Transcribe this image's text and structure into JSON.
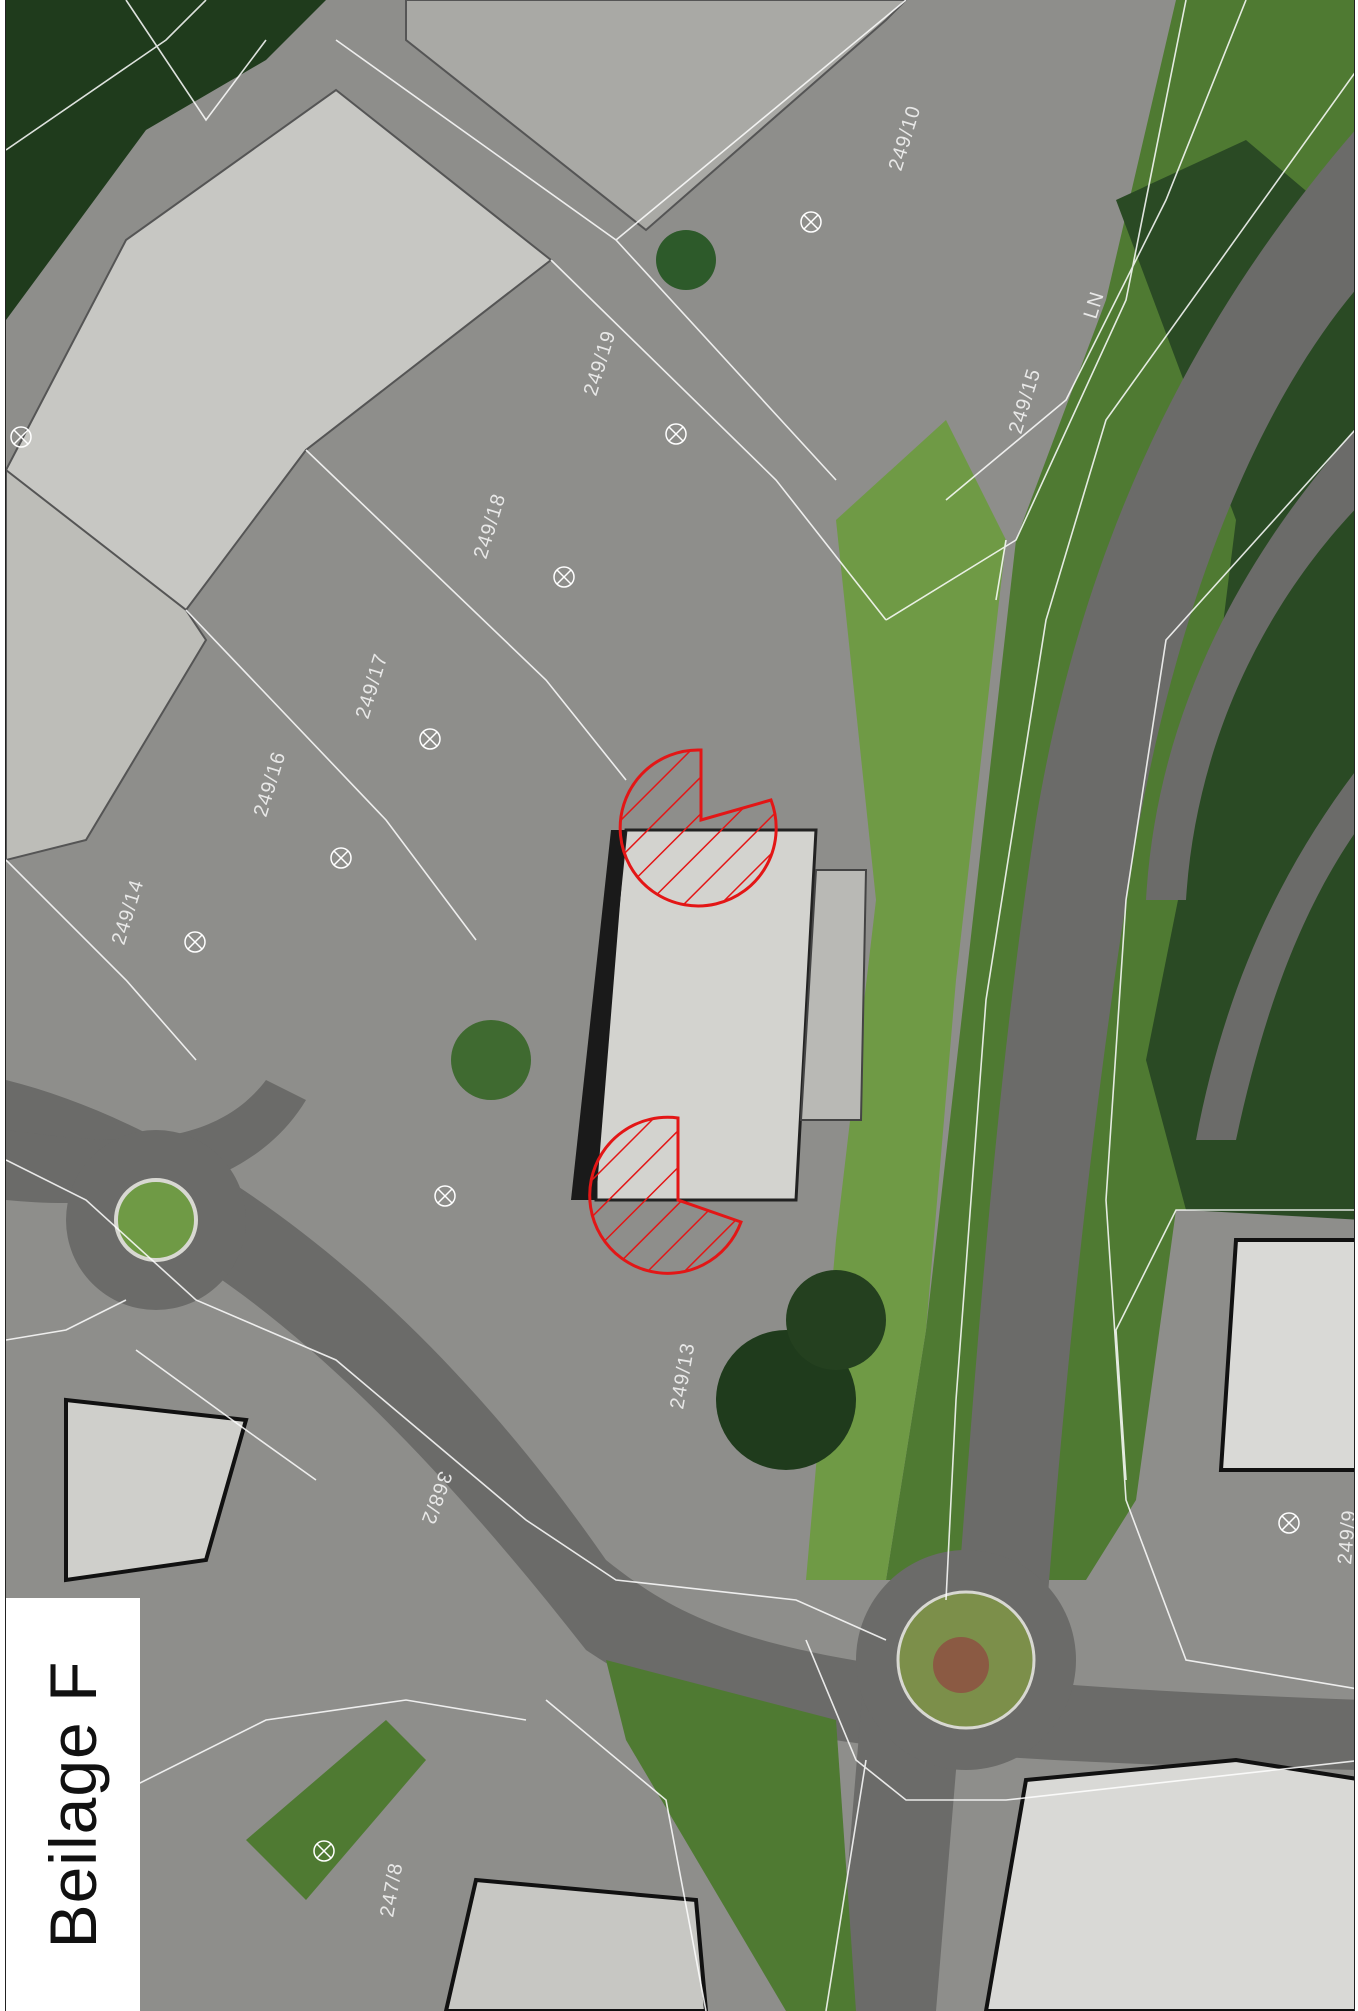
{
  "map": {
    "title": "Beilage F",
    "colors": {
      "parking": "#8e8e8b",
      "road": "#6b6b69",
      "roof": "#c7c7c3",
      "vegetation_dark": "#1f3b1c",
      "vegetation_light": "#4f7a32",
      "grass": "#6f9a45",
      "parcel_line": "#ffffff",
      "marker": "#e31616"
    },
    "parcels": [
      {
        "id": "249-10",
        "label": "249/10"
      },
      {
        "id": "249-19",
        "label": "249/19"
      },
      {
        "id": "249-18",
        "label": "249/18"
      },
      {
        "id": "249-17",
        "label": "249/17"
      },
      {
        "id": "249-16",
        "label": "249/16"
      },
      {
        "id": "249-14",
        "label": "249/14"
      },
      {
        "id": "249-15",
        "label": "249/15"
      },
      {
        "id": "ln",
        "label": "LN"
      },
      {
        "id": "249-13",
        "label": "249/13"
      },
      {
        "id": "368-2",
        "label": "368/2"
      },
      {
        "id": "247-8",
        "label": "247/8"
      },
      {
        "id": "249-9",
        "label": "249/9"
      }
    ],
    "markers": [
      {
        "id": "north",
        "symbol": "hatched-semicircle-red"
      },
      {
        "id": "south",
        "symbol": "hatched-semicircle-red"
      }
    ],
    "symbols": {
      "point": "circle-cross-icon"
    }
  }
}
